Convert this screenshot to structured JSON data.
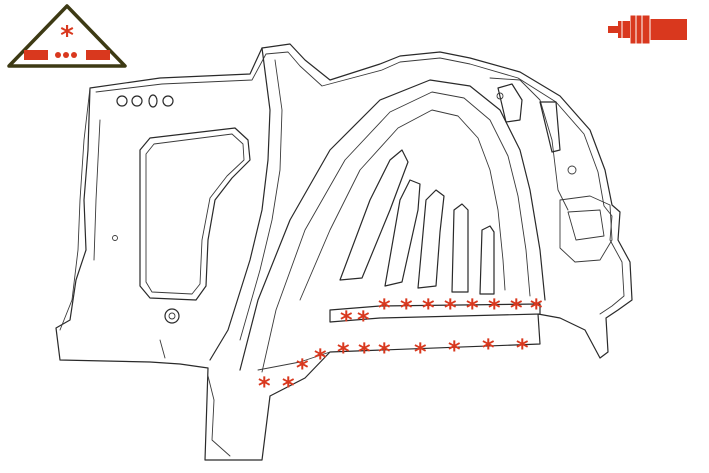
{
  "diagram": {
    "accent_color": "#d9381e",
    "badge_border_color": "#3d3a14",
    "badge_stripe_color": "#d9381e",
    "weld_symbol": "*",
    "icons": {
      "badge": "triangle-weld-badge-icon",
      "tool": "spot-weld-gun-icon"
    },
    "weld_groups": [
      {
        "name": "upper-flange-left",
        "count": 2
      },
      {
        "name": "upper-flange-right",
        "count": 8
      },
      {
        "name": "lower-flange",
        "count": 11
      }
    ]
  }
}
